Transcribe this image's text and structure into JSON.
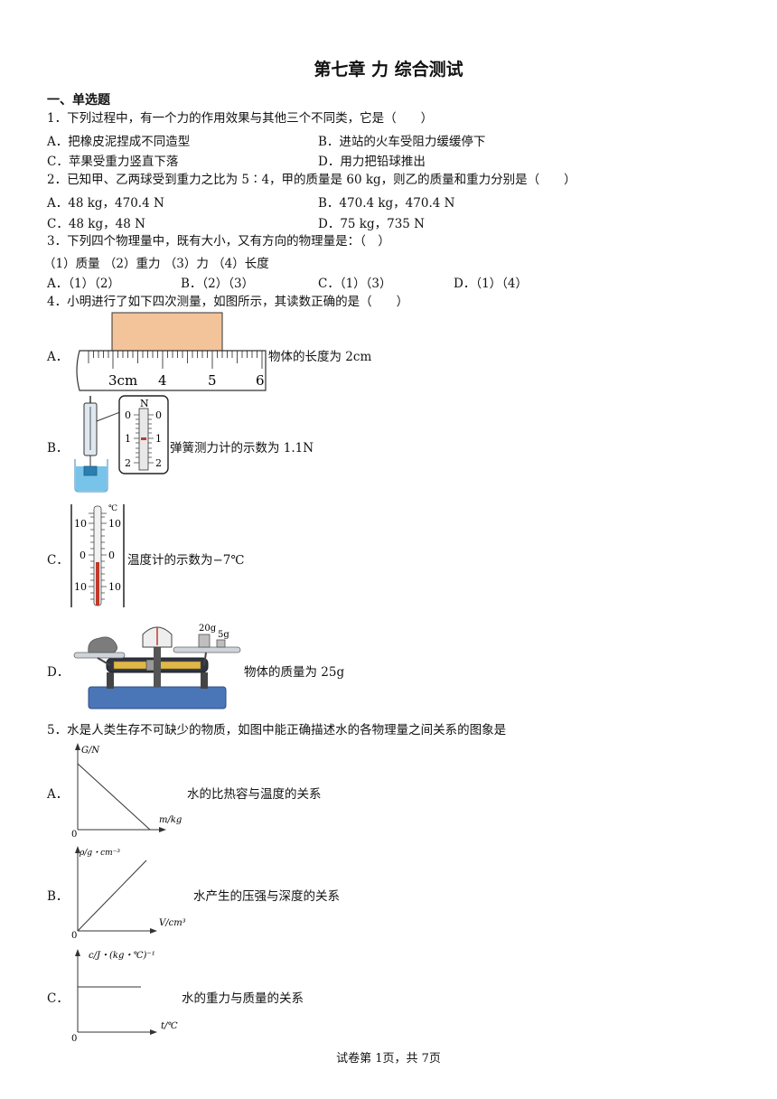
{
  "title": "第七章 力 综合测试",
  "section": "一、单选题",
  "q1": {
    "stem": "1．下列过程中，有一个力的作用效果与其他三个不同类，它是（　　）",
    "a": "A．把橡皮泥捏成不同造型",
    "b": "B．进站的火车受阻力缓缓停下",
    "c": "C．苹果受重力竖直下落",
    "d": "D．用力把铅球推出"
  },
  "q2": {
    "stem": "2．已知甲、乙两球受到重力之比为 5∶4，甲的质量是 60 kg，则乙的质量和重力分别是（　　）",
    "a": "A．48 kg，470.4 N",
    "b": "B．470.4 kg，470.4 N",
    "c": "C．48 kg，48 N",
    "d": "D．75 kg，735 N"
  },
  "q3": {
    "stem": "3．下列四个物理量中，既有大小，又有方向的物理量是：（　）",
    "items": "（1）质量 （2）重力 （3）力 （4）长度",
    "a": "A．（1）（2）",
    "b": "B．（2）（3）",
    "c": "C．（1）（3）",
    "d": "D．（1）（4）"
  },
  "q4": {
    "stem": "4．小明进行了如下四次测量，如图所示，其读数正确的是（　　）",
    "a_label": "A．",
    "a_text": "物体的长度为 2cm",
    "a_ticks": [
      "3cm",
      "4",
      "5",
      "6"
    ],
    "b_label": "B．",
    "b_text": "弹簧测力计的示数为 1.1N",
    "b_unit": "N",
    "b_ticks": [
      "0",
      "1",
      "2"
    ],
    "c_label": "C．",
    "c_text": "温度计的示数为−7℃",
    "c_unit": "℃",
    "c_ticks": [
      "10",
      "0",
      "10"
    ],
    "d_label": "D．",
    "d_text": "物体的质量为 25g",
    "d_weights": [
      "20g",
      "5g"
    ]
  },
  "q5": {
    "stem": "5．水是人类生存不可缺少的物质，如图中能正确描述水的各物理量之间关系的图象是",
    "a_label": "A．",
    "a_text": "水的比热容与温度的关系",
    "a_y": "G/N",
    "a_x": "m/kg",
    "b_label": "B．",
    "b_text": "水产生的压强与深度的关系",
    "b_y": "ρ/g・cm⁻³",
    "b_x": "V/cm³",
    "c_label": "C．",
    "c_text": "水的重力与质量的关系",
    "c_y": "c/J・(kg・℃)⁻¹",
    "c_x": "t/℃",
    "origin": "0"
  },
  "footer": "试卷第 1页，共 7页"
}
